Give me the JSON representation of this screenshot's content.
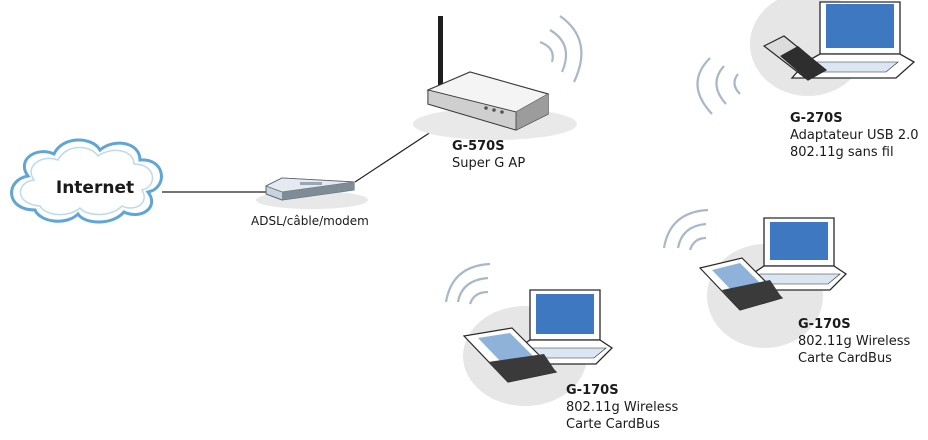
{
  "internet": {
    "label": "Internet"
  },
  "modem": {
    "label": "ADSL/câble/modem"
  },
  "access_point": {
    "model": "G-570S",
    "description": "Super G AP"
  },
  "usb_adapter": {
    "model": "G-270S",
    "line1": "Adaptateur USB 2.0",
    "line2": "802.11g sans fil"
  },
  "cardbus_right": {
    "model": "G-170S",
    "line1": "802.11g Wireless",
    "line2": "Carte CardBus"
  },
  "cardbus_bottom": {
    "model": "G-170S",
    "line1": "802.11g Wireless",
    "line2": "Carte CardBus"
  },
  "colors": {
    "cloud_stroke": "#5fa6d6",
    "wave": "#a9b8c8",
    "laptop_screen": "#3d78c0",
    "shadow": "#e6e6e6"
  }
}
